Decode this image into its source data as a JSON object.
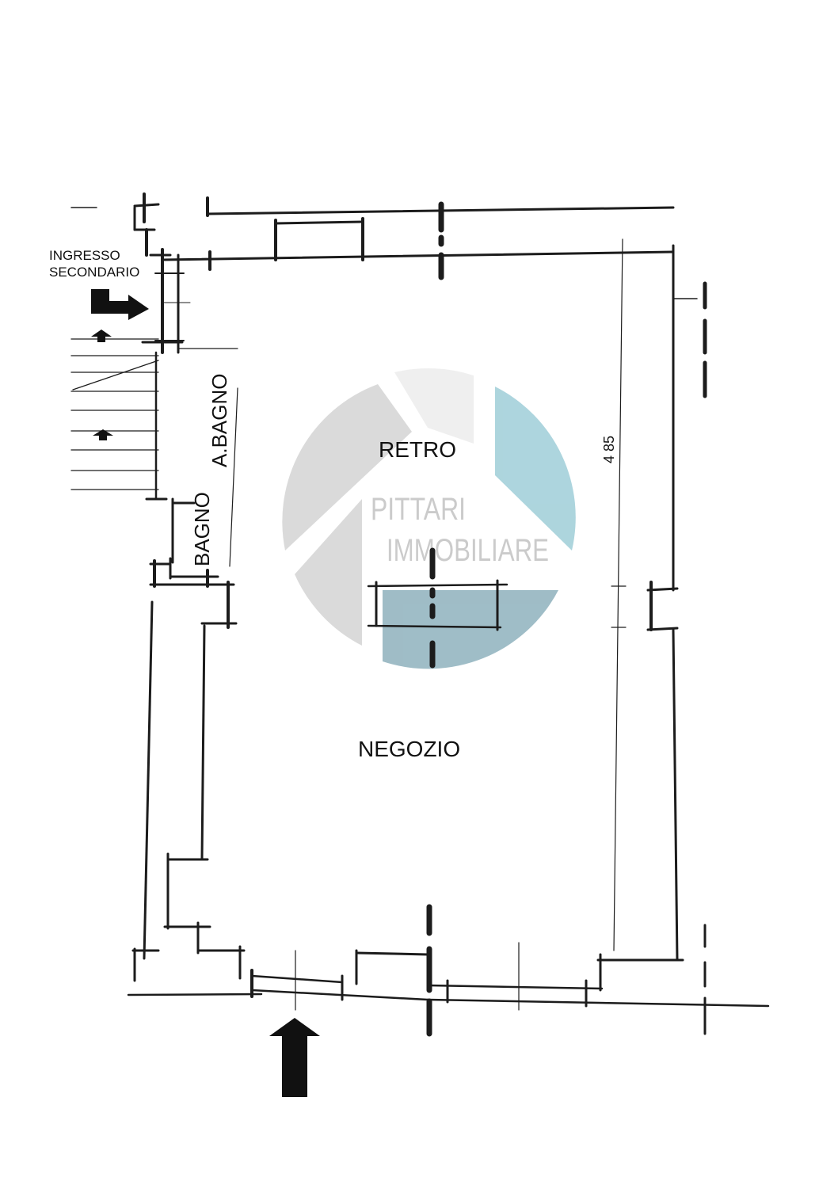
{
  "plan": {
    "entrance_label_line1": "INGRESSO",
    "entrance_label_line2": "SECONDARIO",
    "room_retro": "RETRO",
    "room_negozio": "NEGOZIO",
    "room_bagno": "BAGNO",
    "room_antibagno": "A.BAGNO",
    "dimension": "4 85"
  },
  "watermark": {
    "word1": "PITTARI",
    "word2": "IMMOBILIARE",
    "colors": {
      "gray": "#d9d9d9",
      "light_gray": "#efefef",
      "teal": "#a9d3dc",
      "steel": "#9ab9c4"
    }
  },
  "ink_color": "#1c1c1c"
}
